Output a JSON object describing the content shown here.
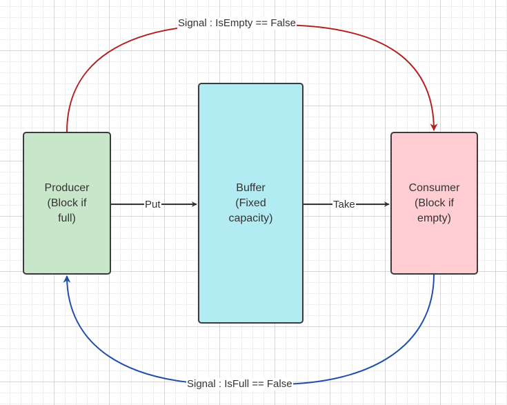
{
  "colors": {
    "producer_fill": "#c8e6c9",
    "buffer_fill": "#b2ebf2",
    "consumer_fill": "#ffcdd2",
    "signal_empty_edge": "#b22222",
    "signal_full_edge": "#1f4fa8",
    "flow_edge": "#333333"
  },
  "nodes": {
    "producer": "Producer\n(Block if\nfull)",
    "buffer": "Buffer\n(Fixed\ncapacity)",
    "consumer": "Consumer\n(Block if\nempty)"
  },
  "edges": {
    "put": "Put",
    "take": "Take",
    "signal_not_empty": "Signal : IsEmpty == False",
    "signal_not_full": "Signal : IsFull == False"
  }
}
